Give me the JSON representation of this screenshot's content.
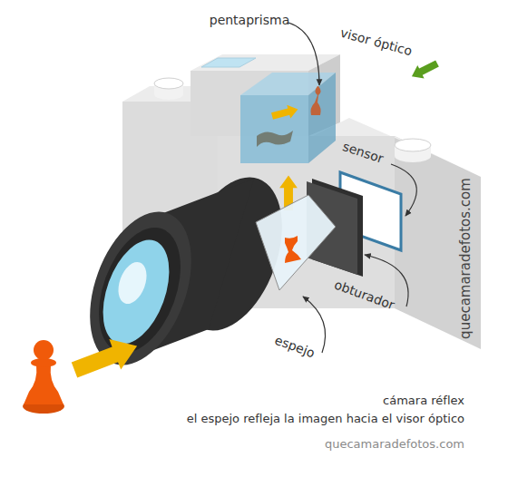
{
  "diagram": {
    "labels": [
      "pentaprisma",
      "visor óptico",
      "sensor",
      "obturador",
      "espejo",
      "quecamaradefotos.com",
      "cámara réflex",
      "el espejo refleja la imagen hacia el visor óptico",
      "quecamaradefotos.com"
    ]
  }
}
